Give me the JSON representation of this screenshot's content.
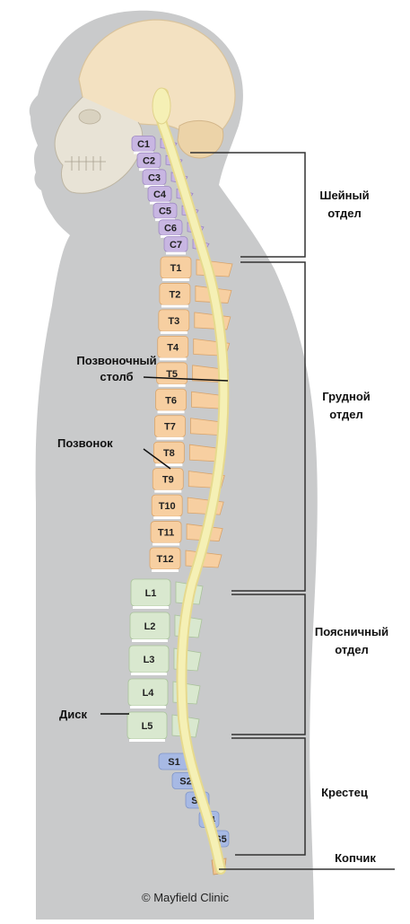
{
  "regions": [
    {
      "id": "cervical",
      "line1": "Шейный",
      "line2": "отдел"
    },
    {
      "id": "thoracic",
      "line1": "Грудной",
      "line2": "отдел"
    },
    {
      "id": "lumbar",
      "line1": "Поясничный",
      "line2": "отдел"
    },
    {
      "id": "sacrum",
      "line1": "Крестец",
      "line2": ""
    },
    {
      "id": "coccyx",
      "line1": "Копчик",
      "line2": ""
    }
  ],
  "callouts": {
    "spinal_column_line1": "Позвоночный",
    "spinal_column_line2": "столб",
    "vertebra": "Позвонок",
    "disc": "Диск"
  },
  "vertebrae": {
    "cervical": [
      "C1",
      "C2",
      "C3",
      "C4",
      "C5",
      "C6",
      "C7"
    ],
    "thoracic": [
      "T1",
      "T2",
      "T3",
      "T4",
      "T5",
      "T6",
      "T7",
      "T8",
      "T9",
      "T10",
      "T11",
      "T12"
    ],
    "lumbar": [
      "L1",
      "L2",
      "L3",
      "L4",
      "L5"
    ],
    "sacral": [
      "S1",
      "S2",
      "S3",
      "S4",
      "S5"
    ]
  },
  "credit": "© Mayfield Clinic",
  "colors": {
    "silhouette": "#c9cacb",
    "brain": "#f3e1c1",
    "cervical": "#c8b6e2",
    "thoracic": "#f7cfa1",
    "lumbar": "#d9e8cf",
    "sacral": "#a7b9e4",
    "cord": "#f5f0b5"
  }
}
